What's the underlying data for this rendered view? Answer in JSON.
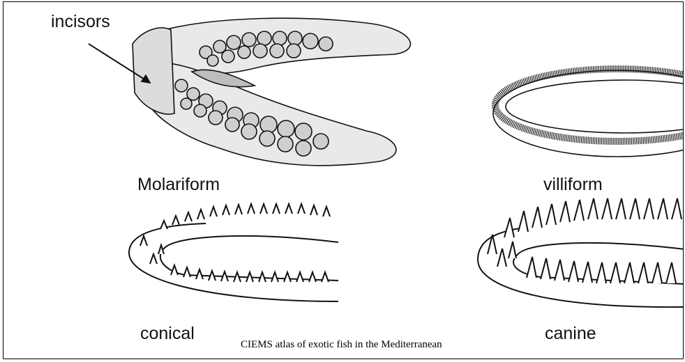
{
  "labels": {
    "incisors": "incisors",
    "molariform": "Molariform",
    "villiform": "villiform",
    "conical": "conical",
    "canine": "canine"
  },
  "credit": "CIEMS atlas of exotic fish in the Mediterranean",
  "colors": {
    "ink": "#111111",
    "shade": "#bdbdbd",
    "background": "#ffffff"
  }
}
